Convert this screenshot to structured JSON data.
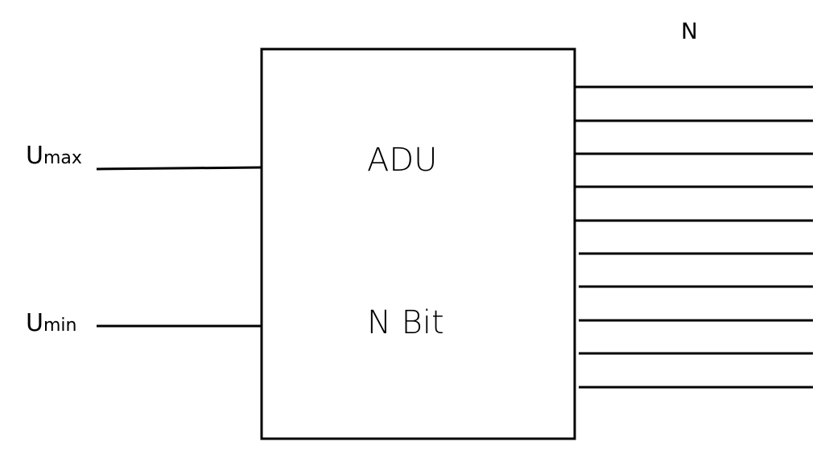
{
  "diagram": {
    "block": {
      "title": "ADU",
      "subtitle": "N Bit"
    },
    "inputs": [
      {
        "main": "U",
        "sub": "max"
      },
      {
        "main": "U",
        "sub": "min"
      }
    ],
    "outputs": {
      "label": "N",
      "line_count": 10
    },
    "colors": {
      "stroke": "#000000",
      "background": "#ffffff"
    }
  }
}
